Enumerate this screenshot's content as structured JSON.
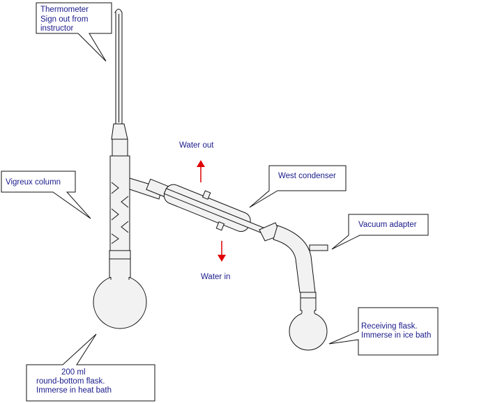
{
  "labels": {
    "thermometer": [
      "Thermometer",
      "Sign out from",
      "instructor"
    ],
    "vigreux": [
      "Vigreux column"
    ],
    "water_out": [
      "Water out"
    ],
    "water_in": [
      "Water in"
    ],
    "condenser": [
      "West condenser"
    ],
    "vacuum": [
      "Vacuum adapter"
    ],
    "receiving": [
      "Receiving flask.",
      "Immerse in ice bath"
    ],
    "flask": [
      "200 ml",
      "round-bottom flask.",
      "Immerse in heat bath"
    ]
  },
  "colors": {
    "label_text": "#1a1a8c",
    "arrow": "#e00000",
    "glass_fill": "#f2f2f2",
    "outline": "#111111"
  }
}
